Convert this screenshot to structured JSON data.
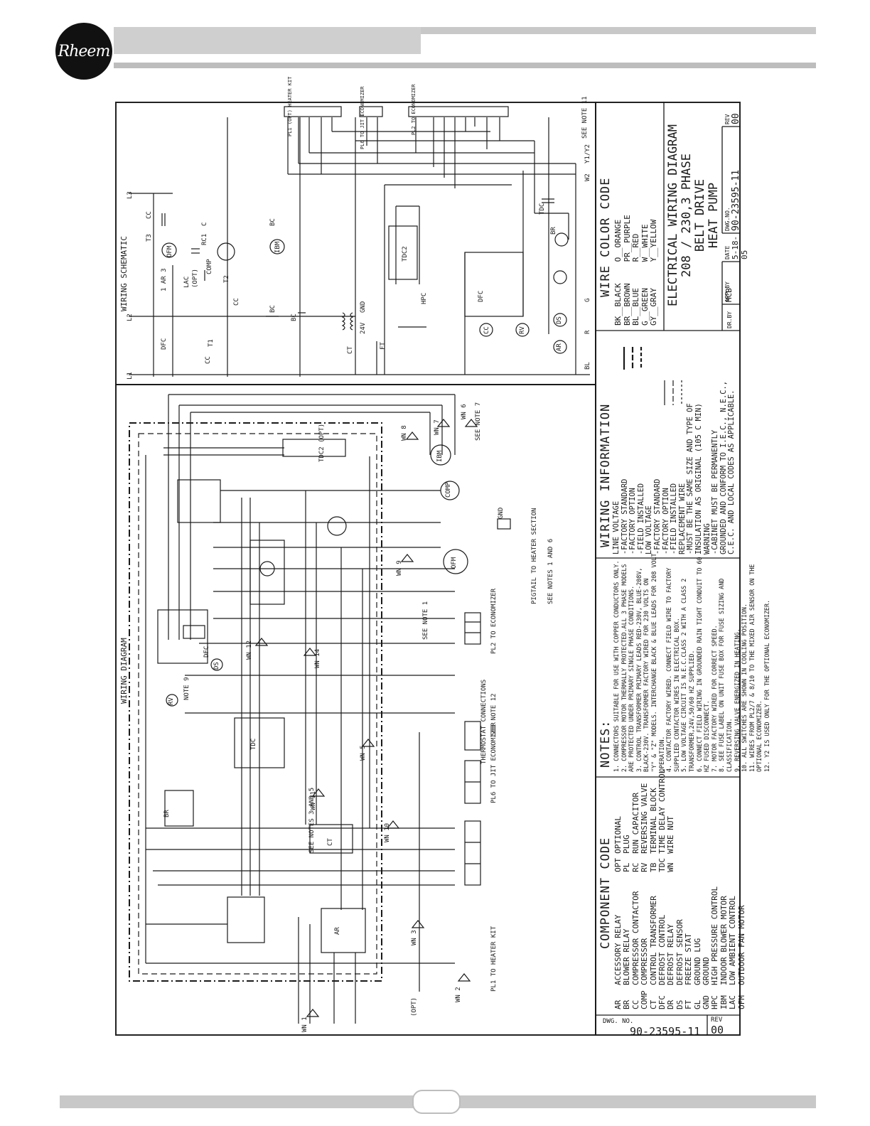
{
  "brand": {
    "logo_text": "Rheem"
  },
  "schematic": {
    "title": "WIRING SCHEMATIC",
    "labels": [
      "L1",
      "L2",
      "L3",
      "T1",
      "T2",
      "T3",
      "CC",
      "CC",
      "CC",
      "DFC",
      "BC",
      "BC",
      "BC",
      "OFM",
      "IBM",
      "COMP",
      "RC1",
      "C",
      "1 AR 3",
      "LAC",
      "(OPT)",
      "CT",
      "24V",
      "GND",
      "BL",
      "R",
      "G",
      "W2",
      "Y1/Y2",
      "FT",
      "HPC",
      "TDC2",
      "DFC",
      "TDC",
      "BR",
      "AR",
      "RV",
      "CC",
      "DS",
      "SEE NOTE 11",
      "PL1 (OPT) HEATER KIT",
      "PL6 TO JIT ECONOMIZER",
      "PL2 TO ECONOMIZER"
    ]
  },
  "wiring_diagram": {
    "title": "WIRING DIAGRAM",
    "labels": [
      "TDC2 (OPT)",
      "COMP",
      "IBM",
      "OFM",
      "BR",
      "CT",
      "TDC",
      "AR",
      "DFC",
      "RV",
      "DS",
      "WN 1",
      "WN 2",
      "WN 3",
      "WN 5",
      "WN 6",
      "WN 7",
      "WN 8",
      "WN 9",
      "WN 10",
      "WN 11",
      "WN 12",
      "WN 14",
      "SEE NOTE 7",
      "GND",
      "SEE NOTE 1",
      "SEE NOTES 3 AND 5",
      "SEE NOTES 1 AND 6",
      "PIGTAIL TO HEATER SECTION",
      "PL2 TO ECONOMIZER",
      "THERMOSTAT CONNECTIONS",
      "SEE NOTE 12",
      "PL6 TO JIT ECONOMIZER",
      "PL1 TO HEATER KIT",
      "NOTE 9",
      "(OPT)"
    ]
  },
  "component_code": {
    "title": "COMPONENT CODE",
    "items": [
      {
        "code": "AR",
        "name": "ACCESSORY RELAY"
      },
      {
        "code": "BR",
        "name": "BLOWER RELAY"
      },
      {
        "code": "CC",
        "name": "COMPRESSOR CONTACTOR"
      },
      {
        "code": "COMP",
        "name": "COMPRESSOR"
      },
      {
        "code": "CT",
        "name": "CONTROL TRANSFORMER"
      },
      {
        "code": "DFC",
        "name": "DEFROST CONTROL"
      },
      {
        "code": "DR",
        "name": "DEFROST RELAY"
      },
      {
        "code": "DS",
        "name": "DEFROST SENSOR"
      },
      {
        "code": "FT",
        "name": "FREEZE STAT"
      },
      {
        "code": "GL",
        "name": "GROUND LUG"
      },
      {
        "code": "GND",
        "name": "GROUND"
      },
      {
        "code": "HPC",
        "name": "HIGH PRESSURE CONTROL"
      },
      {
        "code": "IBM",
        "name": "INDOOR BLOWER MOTOR"
      },
      {
        "code": "LAC",
        "name": "LOW AMBIENT CONTROL"
      },
      {
        "code": "OFM",
        "name": "OUTDOOR FAN MOTOR"
      },
      {
        "code": "OPT",
        "name": "OPTIONAL"
      },
      {
        "code": "PL",
        "name": "PLUG"
      },
      {
        "code": "RC",
        "name": "RUN CAPACITOR"
      },
      {
        "code": "RV",
        "name": "REVERSING VALVE"
      },
      {
        "code": "TB",
        "name": "TERMINAL BLOCK"
      },
      {
        "code": "TDC",
        "name": "TIME DELAY CONTROL"
      },
      {
        "code": "WN",
        "name": "WIRE NUT"
      }
    ]
  },
  "notes": {
    "title": "NOTES:",
    "items": [
      "1.  CONNECTORS SUITABLE FOR USE WITH COPPER CONDUCTORS ONLY.",
      "2.  COMPRESSOR MOTOR THERMALLY PROTECTED.ALL 3 PHASE MODELS",
      "    ARE PROTECTED UNDER PRIMARY SINGLE PHASE CONDITIONS.",
      "3.  CONTROL TRANSFORMER PRIMARY LEADS RED-230V, BLUE-208V,",
      "    BLACK-230V. TRANSFORMER FACTORY WIRED FOR 230 VOLTS ON",
      "    \"Y\" & \"Z\" MODELS. INTERCHANGE BLACK & BLUE LEADS FOR 208 VOLT",
      "    OPERATION.",
      "4.  CONTACTOR FACTORY WIRED. CONNECT FIELD WIRE TO FACTORY",
      "    SUPPLIED CONTACTOR WIRES IN ELECTRICAL BOX.",
      "5.  LOW VOLTAGE CIRCUIT IS N.E.C.CLASS 2 WITH A CLASS 2",
      "    TRANSFORMER,24V,50/60 HZ SUPPLIED.",
      "6.  CONNECT FIELD WIRING IN GROUNDED RAIN TIGHT CONDUIT TO 60",
      "    HZ FUSED DISCONNECT.",
      "7.  MOTOR FACTORY WIRED FOR CORRECT SPEED.",
      "8.  SEE FUSE LABEL ON UNIT FUSE BOX FOR FUSE SIZING AND",
      "    CLASSIFICATION.",
      "9.  REVERSING VALVE ENERGIZED IN HEATING.",
      "10. ALL SWITCHES ARE SHOWN IN COOLING POSITION.",
      "11. WIRES FROM PL2/7 & 8/10 TO THE MIXED AIR SENSOR ON THE",
      "    OPTIONAL ECONOMIZER.",
      "12. Y2 IS USED ONLY FOR THE OPTIONAL ECONOMIZER."
    ]
  },
  "wiring_information": {
    "title": "WIRING INFORMATION",
    "lines": [
      "LINE VOLTAGE",
      "-FACTORY STANDARD",
      "-FACTORY OPTION",
      "-FIELD INSTALLED",
      "LOW VOLTAGE",
      "-FACTORY STANDARD",
      "-FACTORY OPTION",
      "-FIELD INSTALLED",
      "REPLACEMENT WIRE",
      "-MUST BE THE SAME SIZE AND TYPE OF",
      " INSULATION AS ORIGINAL (105 C MIN)",
      "WARNING",
      "-CABINET MUST BE PERMANENTLY",
      " GROUNDED AND CONFORM TO I.E.C., N.E.C.,",
      " C.E.C. AND LOCAL CODES AS APPLICABLE."
    ]
  },
  "wire_color_code": {
    "title": "WIRE COLOR CODE",
    "left": [
      "BK__BLACK",
      "BR__BROWN",
      "BL__BLUE",
      "G__GREEN",
      "GY__GRAY"
    ],
    "right": [
      "O__ORANGE",
      "PR__PURPLE",
      "R__RED",
      "W__WHITE",
      "Y__YELLOW"
    ]
  },
  "title_block": {
    "title_lines": [
      "ELECTRICAL WIRING DIAGRAM",
      "208 / 230,3 PHASE",
      "BELT DRIVE",
      "HEAT PUMP"
    ],
    "dr_by_label": "DR.BY",
    "dr_by": "MCB",
    "app_by_label": "APP.BY",
    "app_by": "",
    "date_label": "DATE",
    "date": "5-18-05",
    "dwg_no_label": "DWG.NO.",
    "dwg_no": "90-23595-11",
    "rev_label": "REV",
    "rev": "00"
  },
  "left_title_block": {
    "dwg_no_label": "DWG. NO.",
    "dwg_no": "90-23595-11",
    "rev_label": "REV",
    "rev": "00"
  },
  "colors": {
    "header_gray": "#c8c8c8",
    "ink": "#1a1a1a"
  }
}
